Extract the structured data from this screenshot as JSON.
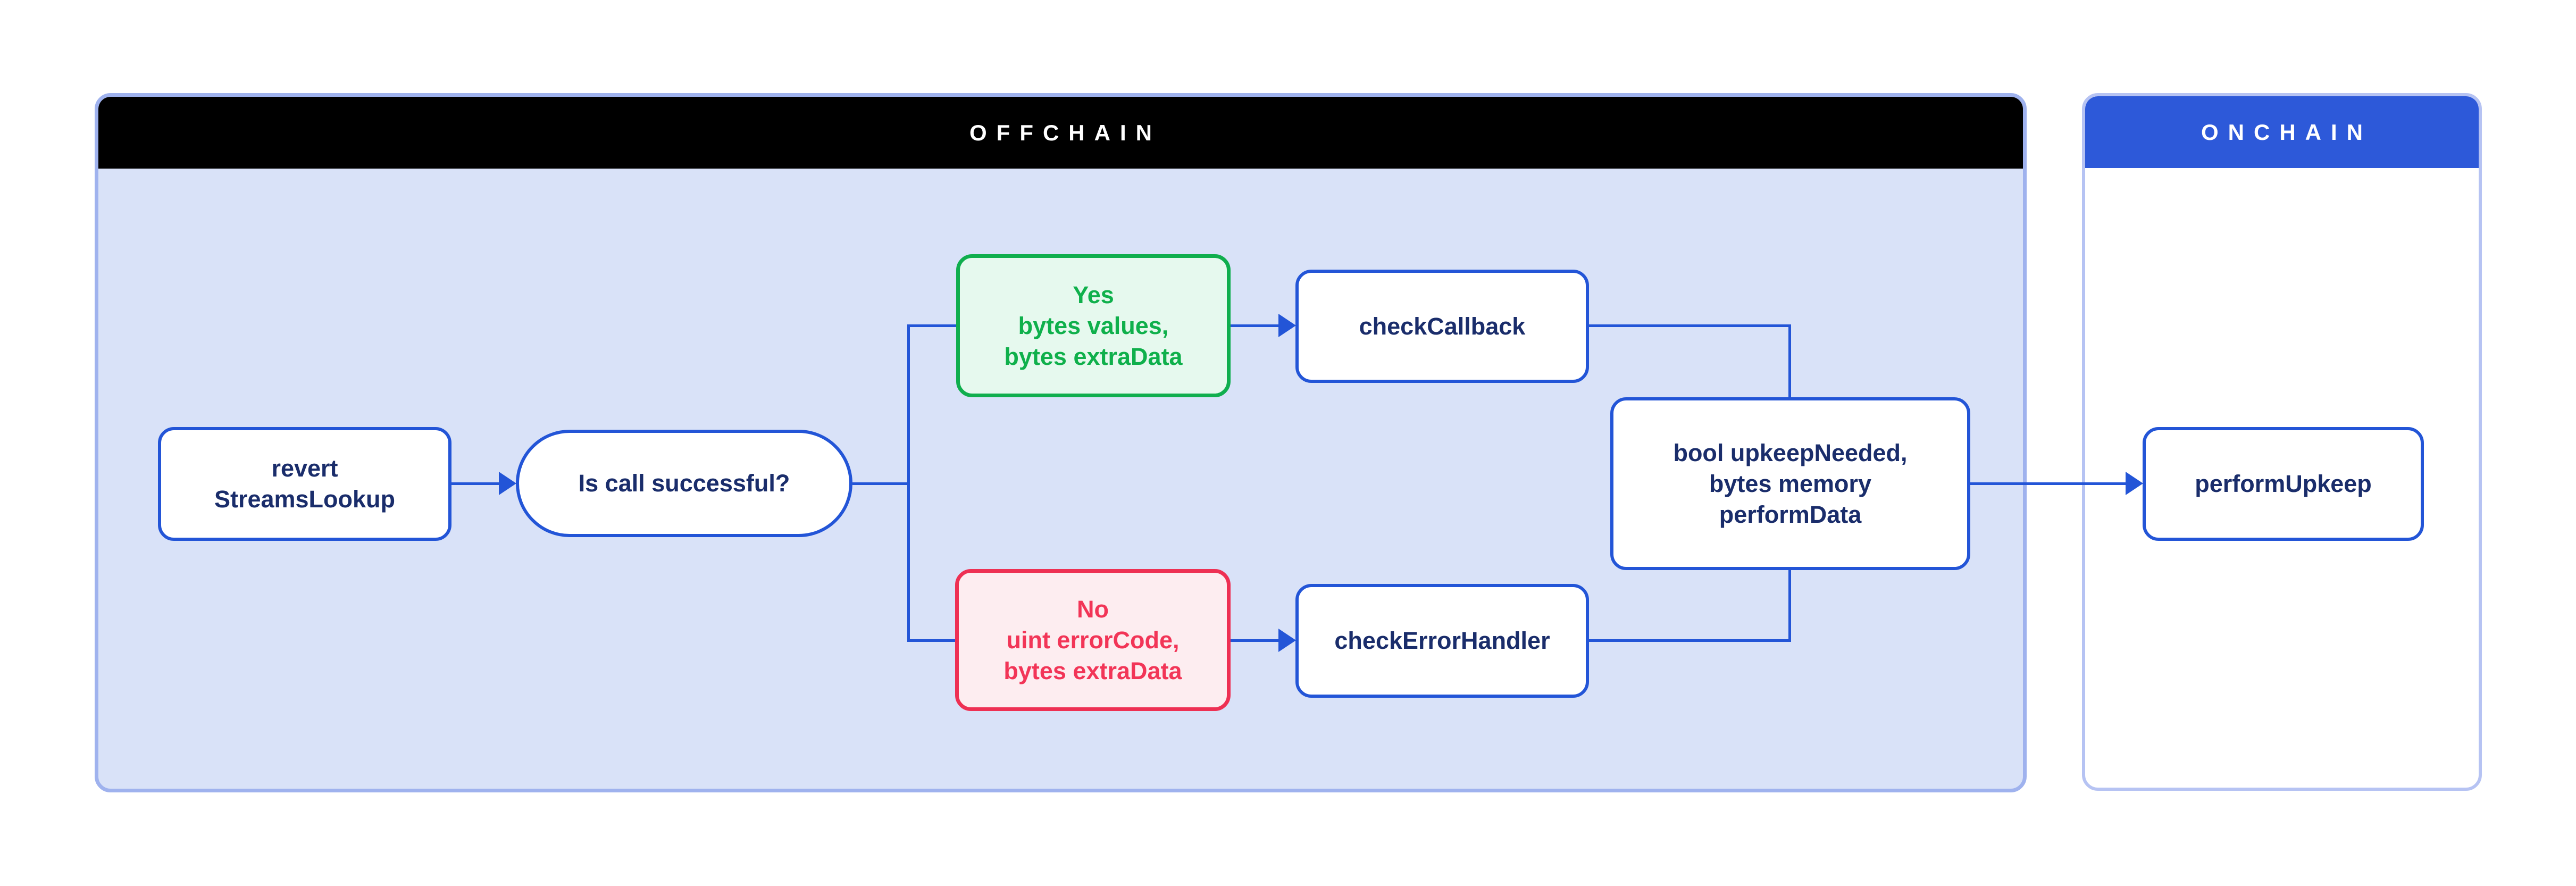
{
  "diagram": {
    "lanes": {
      "offchain": {
        "title": "OFFCHAIN",
        "header_color": "#000000",
        "body_color": "#d9e2f8"
      },
      "onchain": {
        "title": "ONCHAIN",
        "header_color": "#2d59d9",
        "body_color": "#ffffff"
      }
    },
    "nodes": {
      "revert_streams_lookup": {
        "label": "revert\nStreamsLookup"
      },
      "is_call_successful": {
        "label": "Is call successful?"
      },
      "yes_branch": {
        "label": "Yes\nbytes values,\nbytes extraData"
      },
      "no_branch": {
        "label": "No\nuint errorCode,\nbytes extraData"
      },
      "check_callback": {
        "label": "checkCallback"
      },
      "check_error_handler": {
        "label": "checkErrorHandler"
      },
      "upkeep_result": {
        "label": "bool upkeepNeeded,\nbytes memory\nperformData"
      },
      "perform_upkeep": {
        "label": "performUpkeep"
      }
    },
    "edges": [
      {
        "from": "revert_streams_lookup",
        "to": "is_call_successful",
        "arrow": true
      },
      {
        "from": "is_call_successful",
        "to": "yes_branch",
        "arrow": false
      },
      {
        "from": "is_call_successful",
        "to": "no_branch",
        "arrow": false
      },
      {
        "from": "yes_branch",
        "to": "check_callback",
        "arrow": true
      },
      {
        "from": "no_branch",
        "to": "check_error_handler",
        "arrow": true
      },
      {
        "from": "check_callback",
        "to": "upkeep_result",
        "arrow": false
      },
      {
        "from": "check_error_handler",
        "to": "upkeep_result",
        "arrow": false
      },
      {
        "from": "upkeep_result",
        "to": "perform_upkeep",
        "arrow": true
      }
    ],
    "colors": {
      "connector_blue": "#2355d7",
      "node_border_blue": "#2355d7",
      "node_text_navy": "#1a2d6b",
      "success_green_border": "#10ae4e",
      "success_green_text": "#0fb04b",
      "success_green_fill": "#e6f9ee",
      "error_red_border": "#ee3053",
      "error_red_text": "#f23557",
      "error_red_fill": "#fdedf0",
      "offchain_fill": "#d9e2f8",
      "offchain_border": "#9fb2ee",
      "onchain_border": "#b6c3f3"
    }
  }
}
